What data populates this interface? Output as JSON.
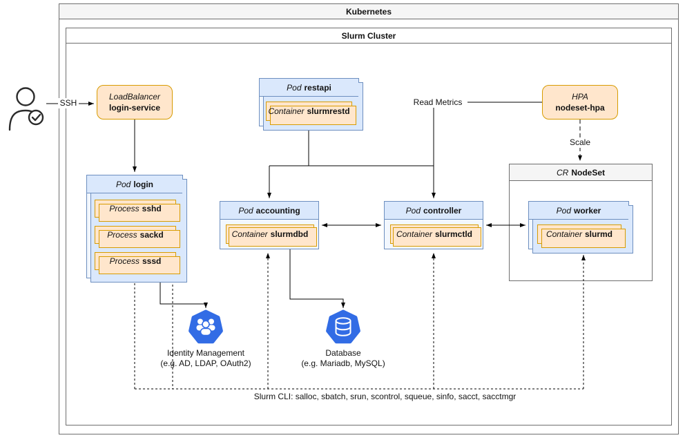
{
  "frames": {
    "kubernetes": {
      "title": "Kubernetes"
    },
    "slurm_cluster": {
      "title": "Slurm Cluster"
    },
    "nodeset": {
      "type": "CR",
      "name": "NodeSet"
    }
  },
  "nodes": {
    "login_service": {
      "type": "LoadBalancer",
      "name": "login-service"
    },
    "restapi_pod": {
      "type": "Pod",
      "name": "restapi"
    },
    "restapi_container": {
      "type": "Container",
      "name": "slurmrestd"
    },
    "hpa": {
      "type": "HPA",
      "name": "nodeset-hpa"
    },
    "worker_pod": {
      "type": "Pod",
      "name": "worker"
    },
    "worker_container": {
      "type": "Container",
      "name": "slurmd"
    },
    "login_pod": {
      "type": "Pod",
      "name": "login"
    },
    "login_processes": [
      {
        "type": "Process",
        "name": "sshd"
      },
      {
        "type": "Process",
        "name": "sackd"
      },
      {
        "type": "Process",
        "name": "sssd"
      }
    ],
    "accounting_pod": {
      "type": "Pod",
      "name": "accounting"
    },
    "accounting_container": {
      "type": "Container",
      "name": "slurmdbd"
    },
    "controller_pod": {
      "type": "Pod",
      "name": "controller"
    },
    "controller_container": {
      "type": "Container",
      "name": "slurmctld"
    }
  },
  "edge_labels": {
    "ssh": "SSH",
    "read_metrics": "Read Metrics",
    "scale": "Scale"
  },
  "external": {
    "identity": {
      "title": "Identity Management",
      "subtitle": "(e.g. AD, LDAP, OAuth2)"
    },
    "database": {
      "title": "Database",
      "subtitle": "(e.g. Mariadb, MySQL)"
    }
  },
  "footer": {
    "slurm_cli": "Slurm CLI: salloc, sbatch, srun, scontrol, squeue, sinfo, sacct, sacctmgr"
  },
  "colors": {
    "pod_fill": "#dae8fc",
    "pod_border": "#6c8ebf",
    "resource_fill": "#ffe6cc",
    "resource_border": "#d79b00",
    "k8s_icon_blue": "#326ce5"
  }
}
